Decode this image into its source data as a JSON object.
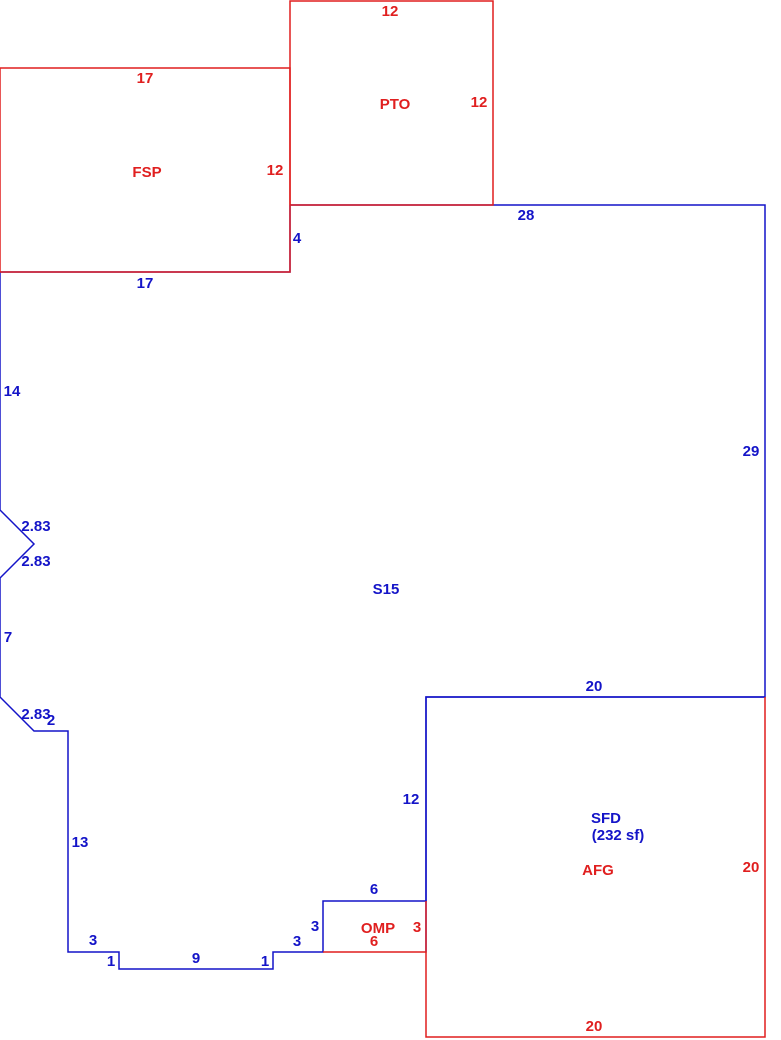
{
  "colors": {
    "main": "#1414c8",
    "secondary": "#e01f1f"
  },
  "areas": {
    "fsp": {
      "code": "FSP",
      "top": "17",
      "right": "12"
    },
    "pto": {
      "code": "PTO",
      "top": "12",
      "right": "12"
    },
    "omp": {
      "code": "OMP",
      "bottom": "6",
      "right": "3"
    },
    "afg": {
      "code": "AFG",
      "right": "20",
      "bottom": "20"
    },
    "sfd": {
      "code": "SFD",
      "area": "(232 sf)",
      "top": "20",
      "left": "12"
    },
    "s15": {
      "code": "S15",
      "dims": {
        "fsp_step": "4",
        "top_right": "28",
        "right": "29",
        "fsp_bottom": "17",
        "left_upper": "14",
        "notch_in": "2.83",
        "notch_out": "2.83",
        "left_mid": "7",
        "chamfer": "2.83",
        "jog": "2",
        "left_lower": "13",
        "bottom_left": "3",
        "step_left": "1",
        "bottom_mid": "9",
        "step_right": "1",
        "bottom_right": "3",
        "omp_side": "3",
        "omp_top": "6"
      }
    }
  }
}
